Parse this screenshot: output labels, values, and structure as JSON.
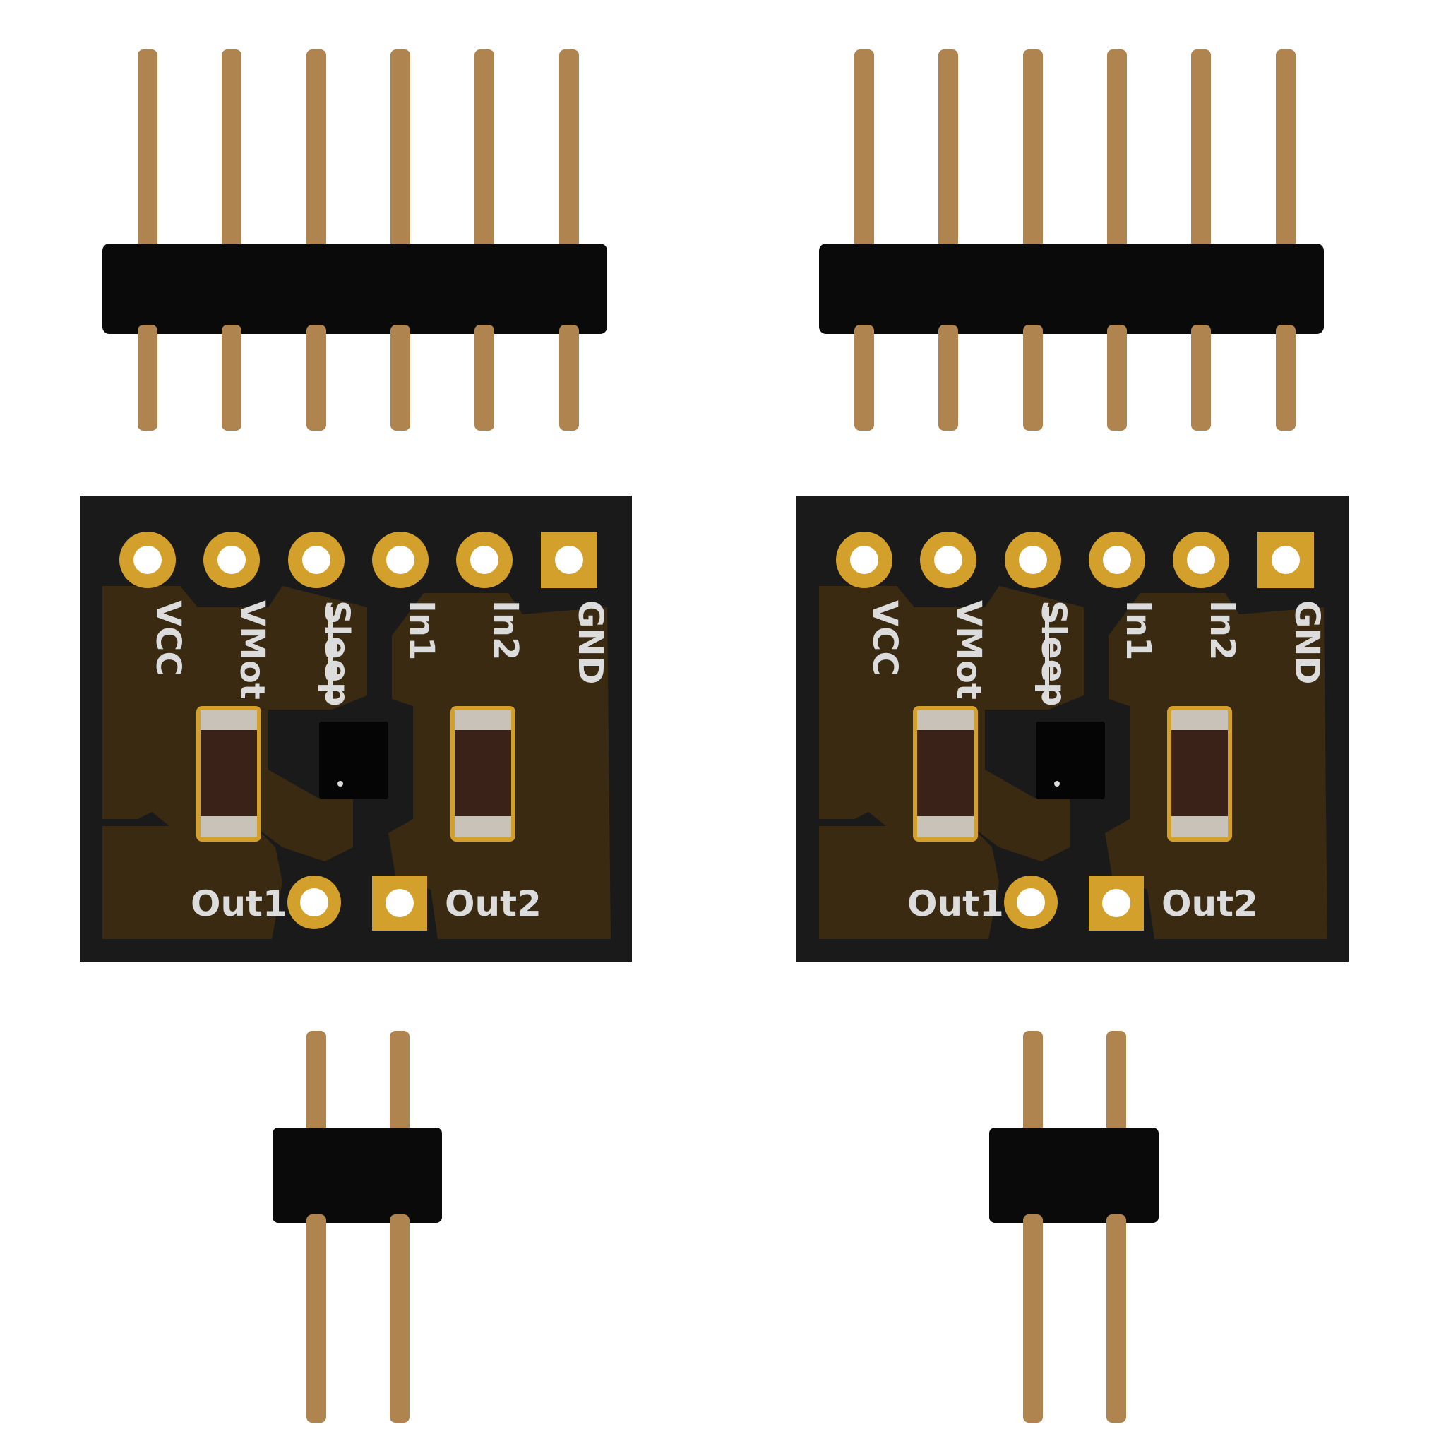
{
  "colors": {
    "background": "#ffffff",
    "pin_gold": "#b0844f",
    "header_plastic": "#0a0a0a",
    "pcb": "#1a1a1a",
    "pcb_copper_fill": "#3a2a12",
    "silkscreen": "#dcdcdc",
    "pad_gold": "#d4a02c",
    "capacitor_body": "#3b2218",
    "capacitor_cap": "#c8c2b8",
    "chip": "#050505"
  },
  "modules": [
    {
      "top_pin_labels": [
        "VCC",
        "VMot",
        "Sleep",
        "In1",
        "In2",
        "GND"
      ],
      "output_labels": [
        "Out1",
        "Out2"
      ],
      "sleep_overbar": true
    },
    {
      "top_pin_labels": [
        "VCC",
        "VMot",
        "Sleep",
        "In1",
        "In2",
        "GND"
      ],
      "output_labels": [
        "Out1",
        "Out2"
      ],
      "sleep_overbar": true
    }
  ],
  "headers": {
    "six_pin_count": 6,
    "two_pin_count": 2
  }
}
